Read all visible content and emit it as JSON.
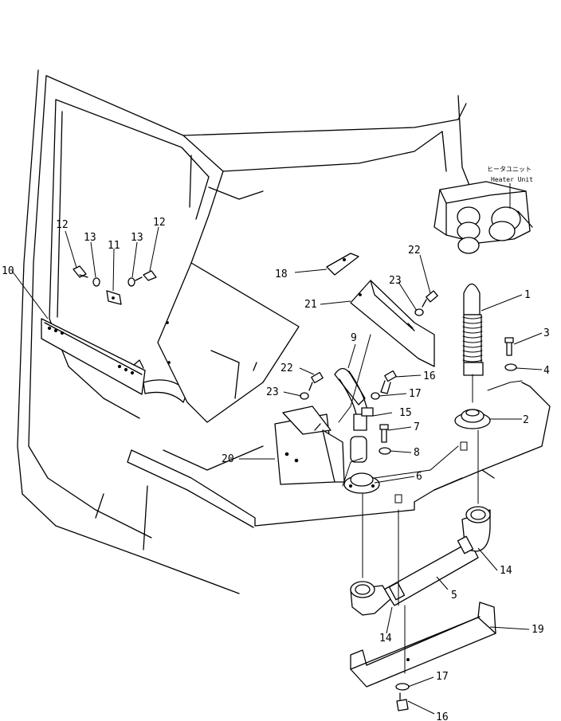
{
  "heater_note": {
    "japanese": "ヒータユニット",
    "english": "Heater Unit"
  },
  "callouts": [
    {
      "id": "part-1",
      "text": "1"
    },
    {
      "id": "part-2",
      "text": "2"
    },
    {
      "id": "part-3",
      "text": "3"
    },
    {
      "id": "part-4",
      "text": "4"
    },
    {
      "id": "part-5",
      "text": "5"
    },
    {
      "id": "part-6",
      "text": "6"
    },
    {
      "id": "part-7",
      "text": "7"
    },
    {
      "id": "part-8",
      "text": "8"
    },
    {
      "id": "part-9",
      "text": "9"
    },
    {
      "id": "part-10",
      "text": "10"
    },
    {
      "id": "part-11",
      "text": "11"
    },
    {
      "id": "part-12a",
      "text": "12"
    },
    {
      "id": "part-12b",
      "text": "12"
    },
    {
      "id": "part-13a",
      "text": "13"
    },
    {
      "id": "part-13b",
      "text": "13"
    },
    {
      "id": "part-14a",
      "text": "14"
    },
    {
      "id": "part-14b",
      "text": "14"
    },
    {
      "id": "part-15",
      "text": "15"
    },
    {
      "id": "part-16a",
      "text": "16"
    },
    {
      "id": "part-16b",
      "text": "16"
    },
    {
      "id": "part-17a",
      "text": "17"
    },
    {
      "id": "part-17b",
      "text": "17"
    },
    {
      "id": "part-18",
      "text": "18"
    },
    {
      "id": "part-19",
      "text": "19"
    },
    {
      "id": "part-20",
      "text": "20"
    },
    {
      "id": "part-21",
      "text": "21"
    },
    {
      "id": "part-22a",
      "text": "22"
    },
    {
      "id": "part-22b",
      "text": "22"
    },
    {
      "id": "part-23a",
      "text": "23"
    },
    {
      "id": "part-23b",
      "text": "23"
    }
  ]
}
